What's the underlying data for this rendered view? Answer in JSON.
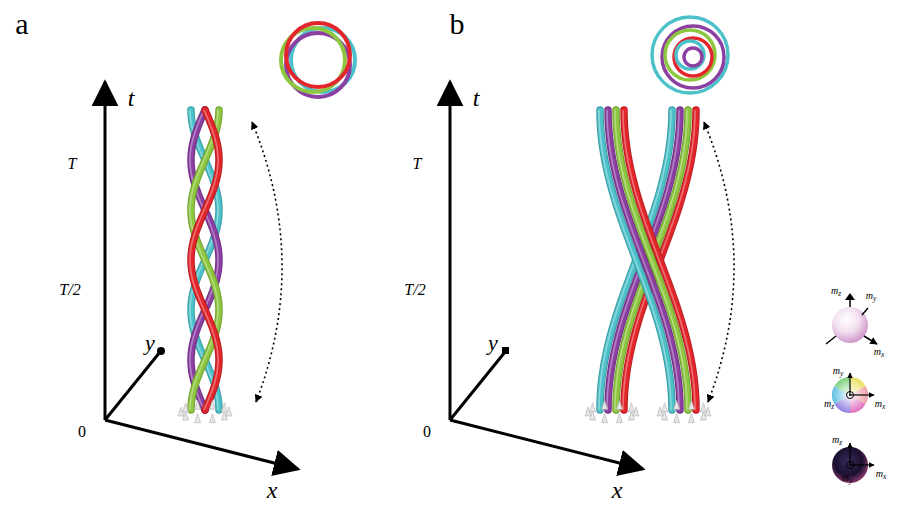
{
  "diagram": {
    "labels": [
      "a",
      "t",
      "T",
      "T/2",
      "y",
      "0",
      "x",
      "b",
      "t",
      "T",
      "T/2",
      "y",
      "0",
      "x",
      "mz",
      "my",
      "mx",
      "my",
      "mz",
      "mx",
      "mz",
      "my",
      "mx"
    ]
  }
}
